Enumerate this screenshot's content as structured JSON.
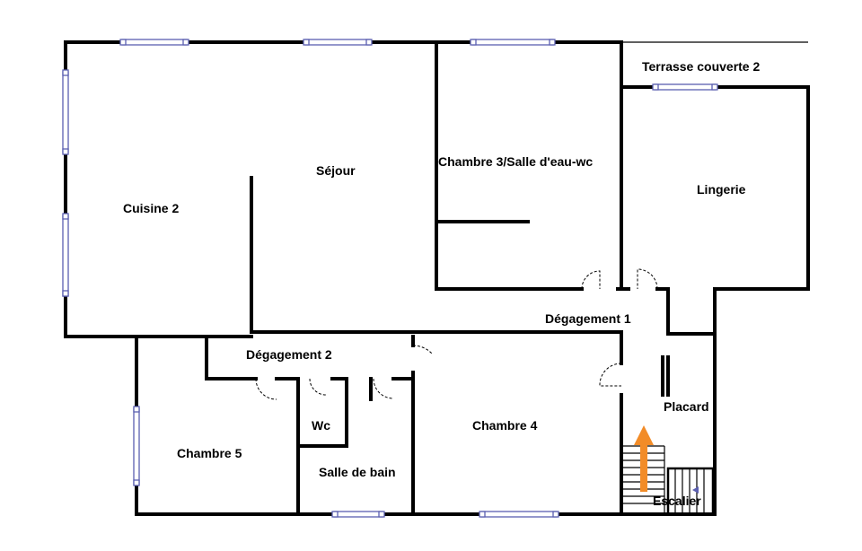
{
  "rooms": {
    "terrasse": "Terrasse couverte  2",
    "sejour": "Séjour",
    "chambre3": "Chambre 3/Salle d'eau-wc",
    "lingerie": "Lingerie",
    "cuisine": "Cuisine 2",
    "degagement1": "Dégagement 1",
    "degagement2": "Dégagement 2",
    "placard": "Placard",
    "wc": "Wc",
    "chambre4": "Chambre 4",
    "chambre5": "Chambre 5",
    "salle_de_bain": "Salle de bain",
    "escalier": "Escalier"
  },
  "colors": {
    "wall": "#000000",
    "window": "#5b5fb0",
    "arrow": "#f28c28",
    "background": "#ffffff"
  },
  "icons": {
    "stair_arrow": "up-arrow-icon"
  }
}
